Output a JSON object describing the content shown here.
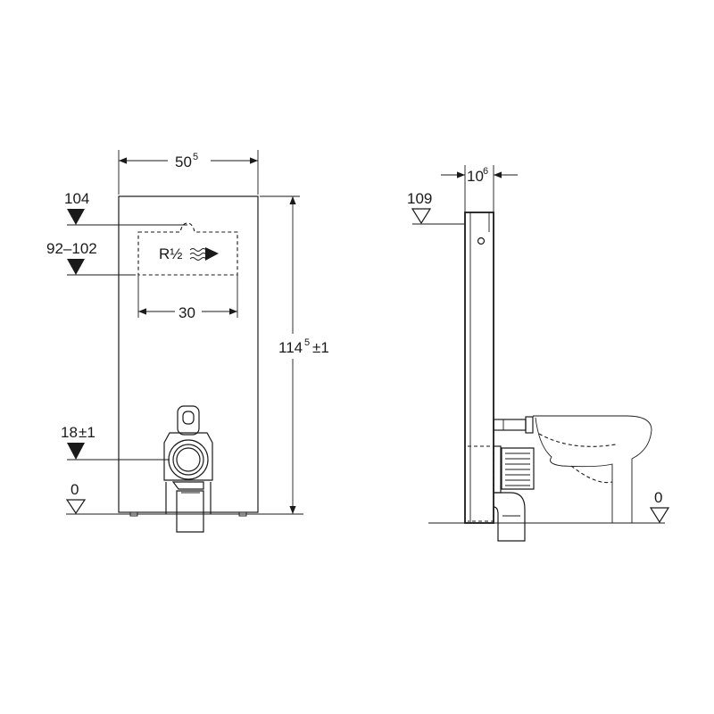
{
  "front_view": {
    "width_dim": {
      "value": "50",
      "sup": "5"
    },
    "height_dim": {
      "value": "114",
      "sup": "5",
      "tol": "±1"
    },
    "connection_width": "30",
    "connection_label": "R½",
    "level_104": "104",
    "level_92_102": "92–102",
    "level_18": {
      "value": "18",
      "tol": "±1"
    },
    "level_0": "0"
  },
  "side_view": {
    "depth_dim": {
      "value": "10",
      "sup": "6"
    },
    "level_109": "109",
    "level_0": "0"
  }
}
